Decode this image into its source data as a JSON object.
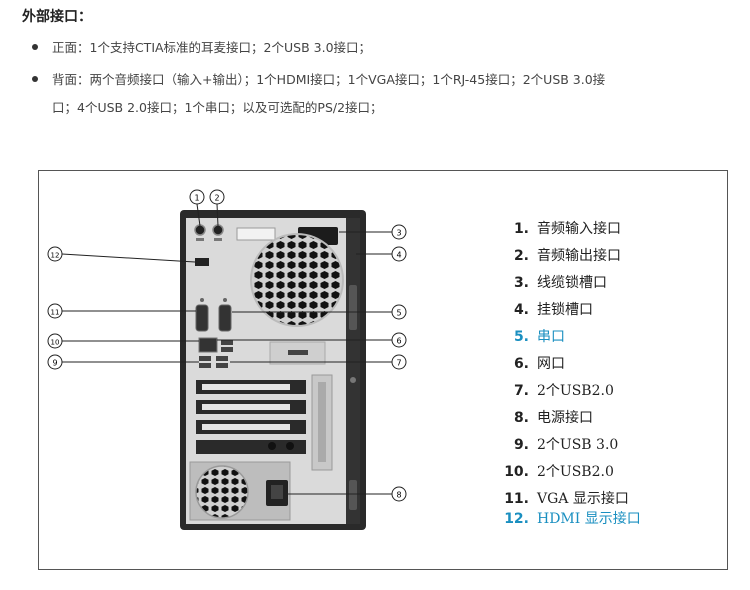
{
  "heading": "外部接口：",
  "bullets": [
    {
      "text": "正面：1个支持CTIA标准的耳麦接口；2个USB 3.0接口；"
    },
    {
      "text": "背面：两个音频接口（输入+输出）；1个HDMI接口；1个VGA接口；1个RJ-45接口；2个USB 3.0接",
      "continuation": "口；4个USB 2.0接口；1个串口；以及可选配的PS/2接口；"
    }
  ],
  "legend": [
    {
      "num": "1.",
      "label": "音频输入接口",
      "highlight": false
    },
    {
      "num": "2.",
      "label": "音频输出接口",
      "highlight": false
    },
    {
      "num": "3.",
      "label": "线缆锁槽口",
      "highlight": false
    },
    {
      "num": "4.",
      "label": "挂锁槽口",
      "highlight": false
    },
    {
      "num": "5.",
      "label": "串口",
      "highlight": true
    },
    {
      "num": "6.",
      "label": "网口",
      "highlight": false
    },
    {
      "num": "7.",
      "label": "2个USB2.0",
      "highlight": false
    },
    {
      "num": "8.",
      "label": "电源接口",
      "highlight": false
    },
    {
      "num": "9.",
      "label": "2个USB 3.0",
      "highlight": false
    },
    {
      "num": "10.",
      "label": "2个USB2.0",
      "highlight": false
    },
    {
      "num": "11.",
      "label": "VGA 显示接口",
      "highlight": false
    },
    {
      "num": "12.",
      "label": "HDMI 显示接口",
      "highlight": true
    }
  ],
  "callouts": [
    "1",
    "2",
    "3",
    "4",
    "5",
    "6",
    "7",
    "8",
    "9",
    "10",
    "11",
    "12"
  ],
  "colors": {
    "highlight": "#1a8fc0",
    "case_body": "#d8d8d8",
    "case_frame": "#2a2a2a",
    "fan_hole": "#111111"
  }
}
